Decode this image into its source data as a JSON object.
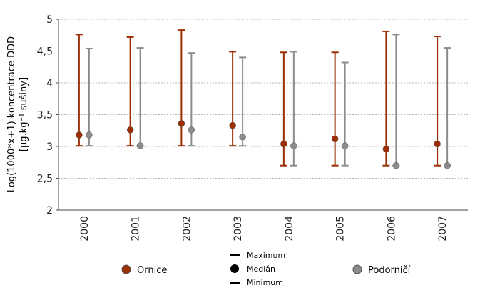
{
  "chart_data": {
    "type": "errorbar",
    "ylabel": "Log(1000*x+1) koncentrace DDD",
    "ylabel_unit": "[µg.kg⁻¹ sušiny]",
    "xlabel": "",
    "ylim": [
      2,
      5
    ],
    "yticks": [
      "2",
      "2,5",
      "3",
      "3,5",
      "4",
      "4,5",
      "5"
    ],
    "grid": "horizontal-dashed",
    "categories": [
      "2000",
      "2001",
      "2002",
      "2003",
      "2004",
      "2005",
      "2006",
      "2007"
    ],
    "series": [
      {
        "name": "Ornice",
        "color": "#9b2e04",
        "median": [
          3.18,
          3.26,
          3.36,
          3.33,
          3.04,
          3.12,
          2.96,
          3.04
        ],
        "min": [
          3.01,
          3.01,
          3.01,
          3.01,
          2.7,
          2.7,
          2.7,
          2.7
        ],
        "max": [
          4.76,
          4.72,
          4.83,
          4.49,
          4.48,
          4.48,
          4.81,
          4.73
        ]
      },
      {
        "name": "Podorničí",
        "color": "#8c8c8c",
        "median": [
          3.18,
          3.01,
          3.26,
          3.15,
          3.01,
          3.01,
          2.7,
          2.7
        ],
        "min": [
          3.01,
          3.01,
          3.01,
          3.01,
          2.7,
          2.7,
          2.7,
          2.7
        ],
        "max": [
          4.54,
          4.55,
          4.47,
          4.4,
          4.49,
          4.32,
          4.76,
          4.55
        ]
      }
    ],
    "legend": {
      "placement": "bottom",
      "maximum_label": "Maximum",
      "median_label": "Medián",
      "minimum_label": "Minimum",
      "median_marker_color": "#000000",
      "marker_outline": "#555555"
    }
  }
}
